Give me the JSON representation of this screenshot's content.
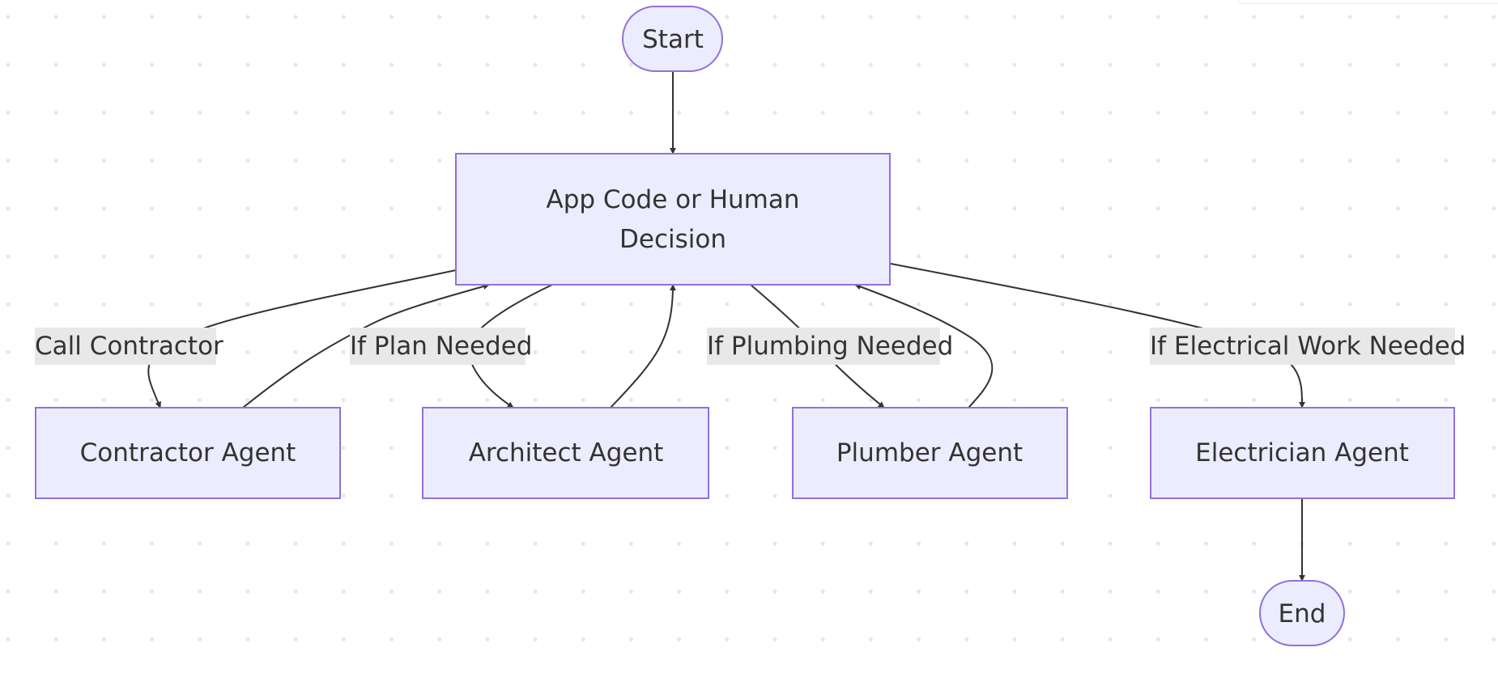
{
  "diagram": {
    "type": "flowchart",
    "nodes": {
      "start": "Start",
      "decision_line1": "App Code or Human",
      "decision_line2": "Decision",
      "contractor": "Contractor Agent",
      "architect": "Architect Agent",
      "plumber": "Plumber Agent",
      "electrician": "Electrician Agent",
      "end": "End"
    },
    "edge_labels": {
      "call_contractor": "Call Contractor",
      "if_plan_needed": "If Plan Needed",
      "if_plumbing_needed": "If Plumbing Needed",
      "if_electrical_needed": "If Electrical Work Needed"
    },
    "edges": [
      {
        "from": "Start",
        "to": "App Code or Human Decision",
        "label": ""
      },
      {
        "from": "App Code or Human Decision",
        "to": "Contractor Agent",
        "label": "Call Contractor"
      },
      {
        "from": "Contractor Agent",
        "to": "App Code or Human Decision",
        "label": ""
      },
      {
        "from": "App Code or Human Decision",
        "to": "Architect Agent",
        "label": "If Plan Needed"
      },
      {
        "from": "Architect Agent",
        "to": "App Code or Human Decision",
        "label": ""
      },
      {
        "from": "App Code or Human Decision",
        "to": "Plumber Agent",
        "label": "If Plumbing Needed"
      },
      {
        "from": "Plumber Agent",
        "to": "App Code or Human Decision",
        "label": ""
      },
      {
        "from": "App Code or Human Decision",
        "to": "Electrician Agent",
        "label": "If Electrical Work Needed"
      },
      {
        "from": "Electrician Agent",
        "to": "End",
        "label": ""
      }
    ],
    "colors": {
      "node_fill": "#ececff",
      "node_stroke": "#9370db",
      "edge_stroke": "#333333",
      "label_background": "#e8e8e8",
      "text": "#333333"
    }
  }
}
